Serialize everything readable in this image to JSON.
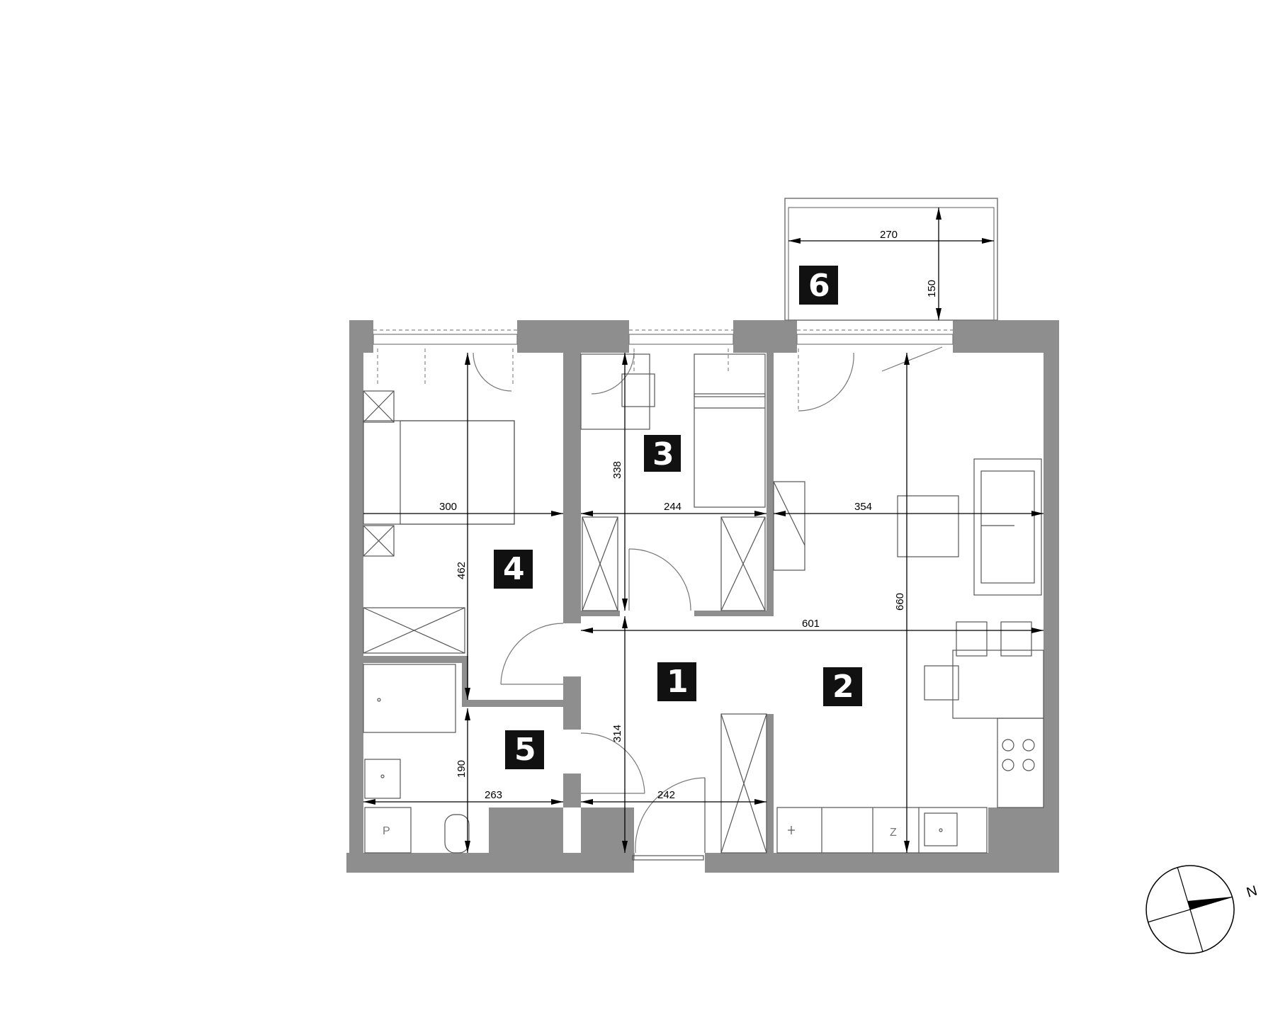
{
  "rooms": [
    {
      "number": "1"
    },
    {
      "number": "2"
    },
    {
      "number": "3"
    },
    {
      "number": "4"
    },
    {
      "number": "5"
    },
    {
      "number": "6"
    }
  ],
  "dimensions": {
    "balcony_width": "270",
    "balcony_depth": "150",
    "room3_width": "244",
    "room3_depth": "338",
    "room4_width": "300",
    "room4_depth": "462",
    "room2_width": "354",
    "room2_depth": "660",
    "living_length": "601",
    "hall_depth": "314",
    "hall_width": "242",
    "bath_width": "263",
    "bath_depth": "190"
  },
  "fixtures": {
    "toilet_label": "P",
    "fridge_label": "Z"
  },
  "compass": {
    "north_label": "N"
  }
}
